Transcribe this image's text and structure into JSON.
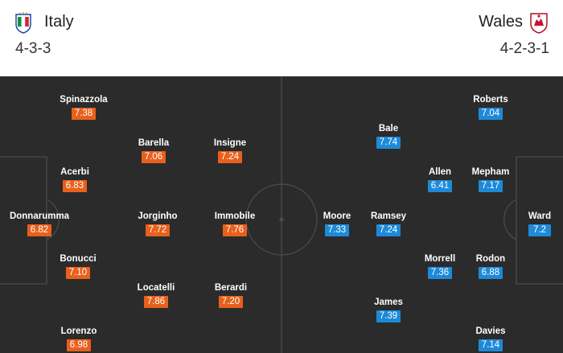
{
  "home": {
    "name": "Italy",
    "formation": "4-3-3",
    "rating_color": "#e8601c",
    "crest_icon": "italy-crest-icon",
    "players": [
      {
        "name": "Spinazzola",
        "rating": "7.38"
      },
      {
        "name": "Barella",
        "rating": "7.06"
      },
      {
        "name": "Insigne",
        "rating": "7.24"
      },
      {
        "name": "Acerbi",
        "rating": "6.83"
      },
      {
        "name": "Donnarumma",
        "rating": "6.82"
      },
      {
        "name": "Jorginho",
        "rating": "7.72"
      },
      {
        "name": "Immobile",
        "rating": "7.76"
      },
      {
        "name": "Bonucci",
        "rating": "7.10"
      },
      {
        "name": "Locatelli",
        "rating": "7.86"
      },
      {
        "name": "Berardi",
        "rating": "7.20"
      },
      {
        "name": "Lorenzo",
        "rating": "6.98"
      }
    ]
  },
  "away": {
    "name": "Wales",
    "formation": "4-2-3-1",
    "rating_color": "#1d8ad8",
    "crest_icon": "wales-crest-icon",
    "players": [
      {
        "name": "Roberts",
        "rating": "7.04"
      },
      {
        "name": "Bale",
        "rating": "7.74"
      },
      {
        "name": "Allen",
        "rating": "6.41"
      },
      {
        "name": "Mepham",
        "rating": "7.17"
      },
      {
        "name": "Moore",
        "rating": "7.33"
      },
      {
        "name": "Ramsey",
        "rating": "7.24"
      },
      {
        "name": "Ward",
        "rating": "7.2"
      },
      {
        "name": "Morrell",
        "rating": "7.36"
      },
      {
        "name": "Rodon",
        "rating": "6.88"
      },
      {
        "name": "James",
        "rating": "7.39"
      },
      {
        "name": "Davies",
        "rating": "7.14"
      }
    ]
  },
  "pitch_color": "#2b2b2b"
}
